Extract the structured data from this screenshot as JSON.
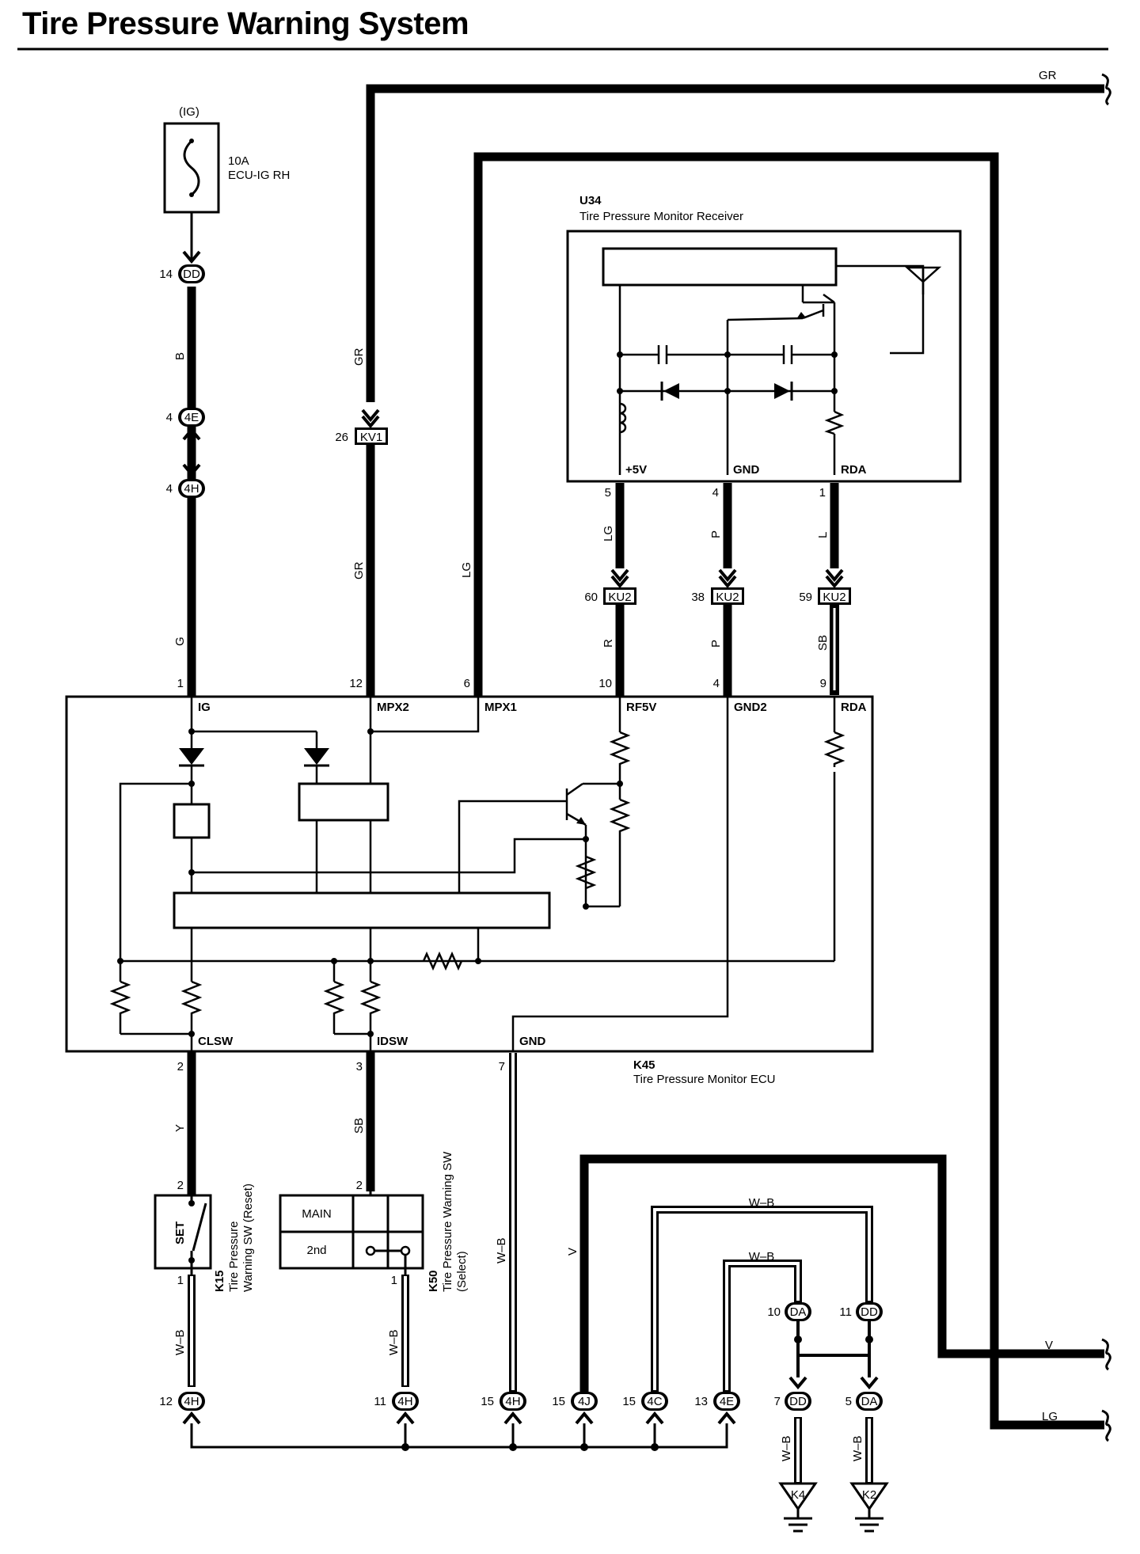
{
  "title": "Tire Pressure Warning System",
  "fuse": {
    "source": "(IG)",
    "rating": "10A",
    "name": "ECU-IG RH"
  },
  "receiver": {
    "code": "U34",
    "name": "Tire Pressure Monitor Receiver",
    "terminals": [
      "+5V",
      "GND",
      "RDA"
    ],
    "pins": [
      "5",
      "4",
      "1"
    ]
  },
  "ecu": {
    "code": "K45",
    "name": "Tire Pressure Monitor ECU",
    "terminals_top": [
      "IG",
      "MPX2",
      "MPX1",
      "RF5V",
      "GND2",
      "RDA"
    ],
    "pins_top": [
      "1",
      "12",
      "6",
      "10",
      "4",
      "9"
    ],
    "terminals_bottom": [
      "CLSW",
      "IDSW",
      "GND"
    ],
    "pins_bottom": [
      "2",
      "3",
      "7"
    ]
  },
  "switches": {
    "reset": {
      "code": "K15",
      "line1": "Tire Pressure",
      "line2": "Warning SW (Reset)",
      "label": "SET",
      "pin_top": "2",
      "pin_bottom": "1"
    },
    "select": {
      "code": "K50",
      "line1": "Tire Pressure Warning SW",
      "line2": "(Select)",
      "row1": "MAIN",
      "row2": "2nd",
      "pin_top": "2",
      "pin_bottom": "1"
    }
  },
  "wire_colors": {
    "B": "B",
    "G": "G",
    "GR": "GR",
    "LG": "LG",
    "P": "P",
    "L": "L",
    "R": "R",
    "SB": "SB",
    "Y": "Y",
    "V": "V",
    "WB": "W–B"
  },
  "connectors": {
    "dd14": {
      "pin": "14",
      "id": "DD"
    },
    "e4": {
      "pin": "4",
      "id": "4E"
    },
    "h4": {
      "pin": "4",
      "id": "4H"
    },
    "kv1": {
      "pin": "26",
      "id": "KV1"
    },
    "ku60": {
      "pin": "60",
      "id": "KU2"
    },
    "ku38": {
      "pin": "38",
      "id": "KU2"
    },
    "ku59": {
      "pin": "59",
      "id": "KU2"
    },
    "h12": {
      "pin": "12",
      "id": "4H"
    },
    "h11": {
      "pin": "11",
      "id": "4H"
    },
    "h15": {
      "pin": "15",
      "id": "4H"
    },
    "j15": {
      "pin": "15",
      "id": "4J"
    },
    "c15": {
      "pin": "15",
      "id": "4C"
    },
    "e13": {
      "pin": "13",
      "id": "4E"
    },
    "da10": {
      "pin": "10",
      "id": "DA"
    },
    "dd11": {
      "pin": "11",
      "id": "DD"
    },
    "dd7": {
      "pin": "7",
      "id": "DD"
    },
    "da5": {
      "pin": "5",
      "id": "DA"
    }
  },
  "grounds": [
    "K4",
    "K2"
  ]
}
